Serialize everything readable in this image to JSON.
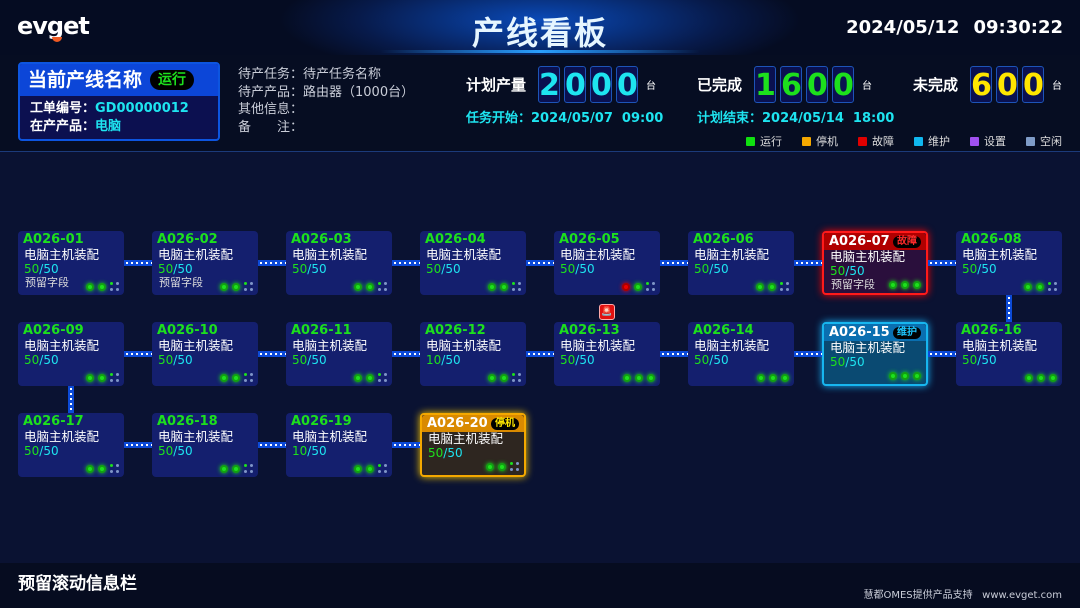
{
  "header": {
    "logo": "evget",
    "title": "产线看板",
    "date": "2024/05/12",
    "time": "09:30:22"
  },
  "line": {
    "name": "当前产线名称",
    "status": "运行",
    "order_label": "工单编号：",
    "order": "GD00000012",
    "product_label": "在产产品：",
    "product": "电脑"
  },
  "pending": [
    "待产任务：待产任务名称",
    "待产产品：路由器（1000台）",
    "其他信息：",
    "备　　注："
  ],
  "kpis": [
    {
      "label": "计划产量",
      "digits": "2000",
      "color": "#1ee4f0",
      "unit": "台"
    },
    {
      "label": "已完成",
      "digits": "1600",
      "color": "#1de01d",
      "unit": "台"
    },
    {
      "label": "未完成",
      "digits": "600",
      "color": "#ffe600",
      "unit": "台"
    }
  ],
  "times": {
    "start": "任务开始：2024/05/07  09:00",
    "end": "计划结束：2024/05/14  18:00"
  },
  "legend": [
    {
      "label": "运行",
      "color": "#10e010"
    },
    {
      "label": "停机",
      "color": "#f5a800"
    },
    {
      "label": "故障",
      "color": "#e00000"
    },
    {
      "label": "维护",
      "color": "#10b8f0"
    },
    {
      "label": "设置",
      "color": "#a050f0"
    },
    {
      "label": "空闲",
      "color": "#7f9cc8"
    }
  ],
  "nodes": [
    {
      "code": "A026-01",
      "proc": "电脑主机装配",
      "done": "50",
      "total": "/50",
      "reserve": "预留字段",
      "ind": "ggd"
    },
    {
      "code": "A026-02",
      "proc": "电脑主机装配",
      "done": "50",
      "total": "/50",
      "reserve": "预留字段",
      "ind": "ggd"
    },
    {
      "code": "A026-03",
      "proc": "电脑主机装配",
      "done": "50",
      "total": "/50",
      "ind": "ggd"
    },
    {
      "code": "A026-04",
      "proc": "电脑主机装配",
      "done": "50",
      "total": "/50",
      "ind": "ggd"
    },
    {
      "code": "A026-05",
      "proc": "电脑主机装配",
      "done": "50",
      "total": "/50",
      "ind": "rgd"
    },
    {
      "code": "A026-06",
      "proc": "电脑主机装配",
      "done": "50",
      "total": "/50",
      "ind": "ggd"
    },
    {
      "code": "A026-07",
      "proc": "电脑主机装配",
      "done": "50",
      "total": "/50",
      "reserve": "预留字段",
      "ind": "ggg",
      "state": "fault",
      "badge": "故障"
    },
    {
      "code": "A026-08",
      "proc": "电脑主机装配",
      "done": "50",
      "total": "/50",
      "ind": "ggd"
    },
    {
      "code": "A026-16",
      "proc": "电脑主机装配",
      "done": "50",
      "total": "/50",
      "ind": "ggg"
    },
    {
      "code": "A026-15",
      "proc": "电脑主机装配",
      "done": "50",
      "total": "/50",
      "ind": "ggg",
      "state": "maint",
      "badge": "维护"
    },
    {
      "code": "A026-14",
      "proc": "电脑主机装配",
      "done": "50",
      "total": "/50",
      "ind": "ggg"
    },
    {
      "code": "A026-13",
      "proc": "电脑主机装配",
      "done": "50",
      "total": "/50",
      "ind": "ggg",
      "alarm": true
    },
    {
      "code": "A026-12",
      "proc": "电脑主机装配",
      "done": "10",
      "total": "/50",
      "ind": "ggd"
    },
    {
      "code": "A026-11",
      "proc": "电脑主机装配",
      "done": "50",
      "total": "/50",
      "ind": "ggd"
    },
    {
      "code": "A026-10",
      "proc": "电脑主机装配",
      "done": "50",
      "total": "/50",
      "ind": "ggd"
    },
    {
      "code": "A026-09",
      "proc": "电脑主机装配",
      "done": "50",
      "total": "/50",
      "ind": "ggd"
    },
    {
      "code": "A026-17",
      "proc": "电脑主机装配",
      "done": "50",
      "total": "/50",
      "ind": "ggd"
    },
    {
      "code": "A026-18",
      "proc": "电脑主机装配",
      "done": "50",
      "total": "/50",
      "ind": "ggd"
    },
    {
      "code": "A026-19",
      "proc": "电脑主机装配",
      "done": "10",
      "total": "/50",
      "ind": "ggd"
    },
    {
      "code": "A026-20",
      "proc": "电脑主机装配",
      "done": "50",
      "total": "/50",
      "ind": "ggd",
      "state": "stop",
      "badge": "停机"
    }
  ],
  "footer": {
    "ticker": "预留滚动信息栏",
    "credit": "慧都OMES提供产品支持   www.evget.com"
  }
}
